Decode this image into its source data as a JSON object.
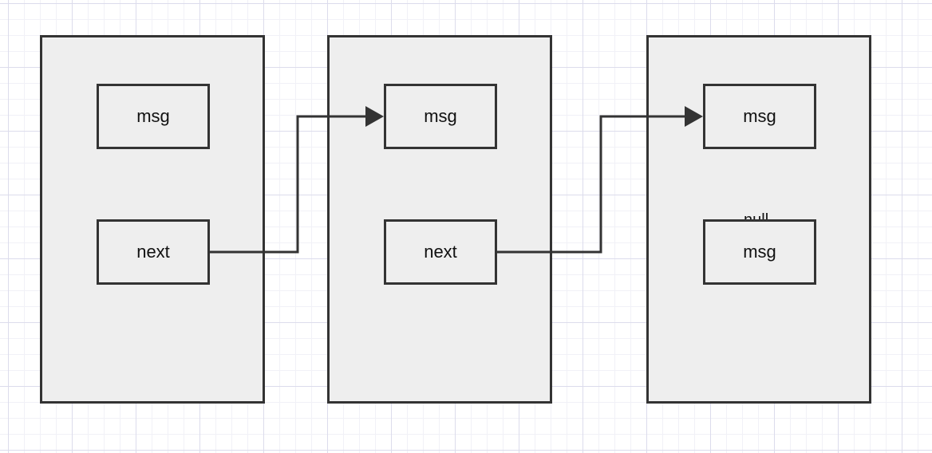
{
  "diagram": {
    "nodes": [
      {
        "fields": [
          "msg",
          "next"
        ]
      },
      {
        "fields": [
          "msg",
          "next"
        ]
      },
      {
        "fields": [
          "msg",
          "msg"
        ],
        "label": "null"
      }
    ],
    "colors": {
      "node_fill": "#eeeeee",
      "stroke": "#333333",
      "grid_major": "#dcdcec",
      "grid_minor": "#f1f1f7"
    }
  }
}
